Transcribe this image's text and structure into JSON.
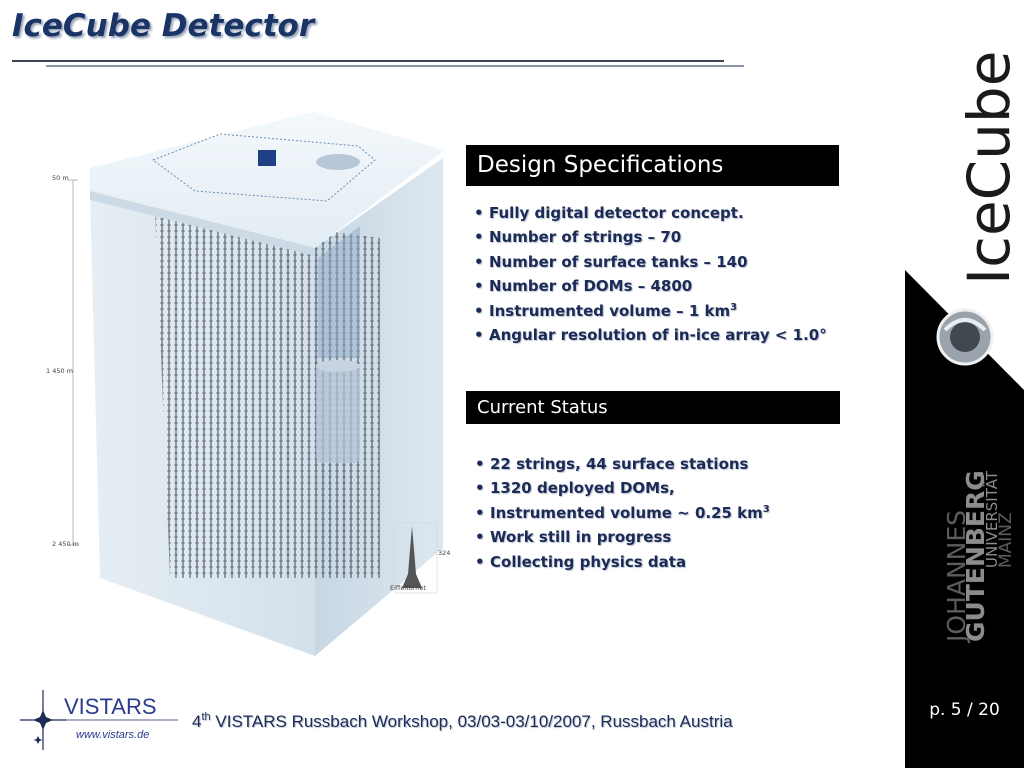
{
  "title": "IceCube Detector",
  "design_specs": {
    "header": "Design Specifications",
    "items": [
      {
        "text": "Fully digital detector concept."
      },
      {
        "text": "Number of strings – 70"
      },
      {
        "text": "Number of surface tanks – 140"
      },
      {
        "text": "Number of DOMs – 4800"
      },
      {
        "text": "Instrumented volume – 1 km",
        "sup": "3"
      },
      {
        "text": "Angular resolution of in-ice array < 1.0°"
      }
    ]
  },
  "current_status": {
    "header": "Current Status",
    "items": [
      {
        "text": "22 strings, 44 surface stations"
      },
      {
        "text": "1320 deployed DOMs,"
      },
      {
        "text": "Instrumented volume ~ 0.25 km",
        "sup": "3"
      },
      {
        "text": "Work still in progress"
      },
      {
        "text": "Collecting physics data"
      }
    ]
  },
  "detector_image": {
    "depth_labels": [
      "50 m",
      "1 450 m",
      "2 450 m"
    ],
    "tower_height": "324 m",
    "tower_label": "Eiffeltornet"
  },
  "sidebar": {
    "brand": "IceCube",
    "university_lines": [
      "JOHANNES",
      "GUTENBERG",
      "UNIVERSITÄT",
      "MAINZ"
    ]
  },
  "page": {
    "label": "p.",
    "current": "5",
    "total": "20"
  },
  "footer": {
    "logo_text": "VISTARS",
    "logo_url": "www.vistars.de",
    "ordinal": "4",
    "ordinal_suffix": "th",
    "event": " VISTARS Russbach Workshop, 03/03-03/10/2007, Russbach Austria"
  },
  "colors": {
    "title": "#1a3466",
    "text": "#1c2b55",
    "header_bg": "#000000",
    "ice": "#dbe6ef"
  }
}
